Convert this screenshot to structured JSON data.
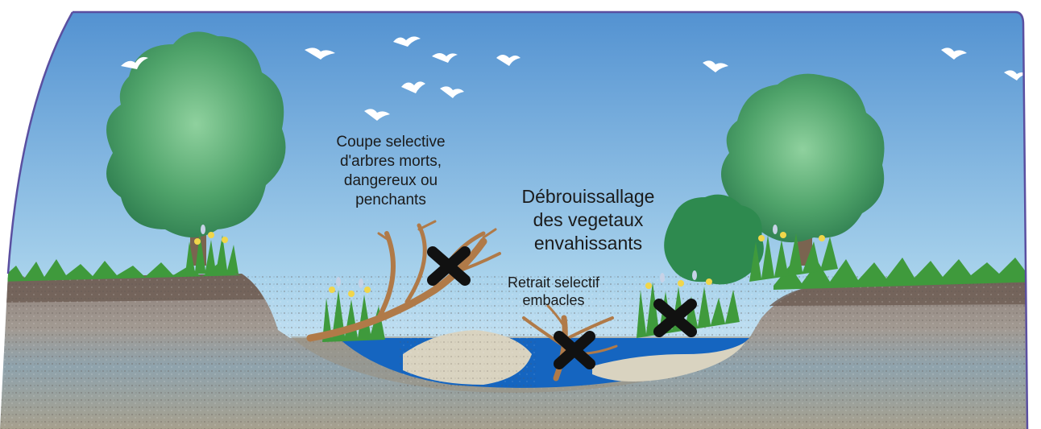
{
  "labels": {
    "coupe": [
      "Coupe selective",
      "d'arbres morts,",
      "dangereux ou",
      "penchants"
    ],
    "debroussaillage": [
      "Débrouissallage",
      "des vegetaux",
      "envahissants"
    ],
    "retrait": [
      "Retrait selectif",
      "embacles"
    ]
  },
  "colors": {
    "sky_top": "#4f8fd0",
    "sky_bottom": "#e6f2f8",
    "tree_dark": "#2e7d4f",
    "tree_light": "#8fd19e",
    "soil": "#6e5e55",
    "water": "#1565c0",
    "gravel": "#d9d3c0",
    "branch": "#b07a48",
    "cross": "#111111",
    "grass": "#3f9a3c",
    "flower": "#f1d64a",
    "border": "#5a4fa0"
  },
  "icons": [
    "bird-icon",
    "cross-mark-icon"
  ]
}
